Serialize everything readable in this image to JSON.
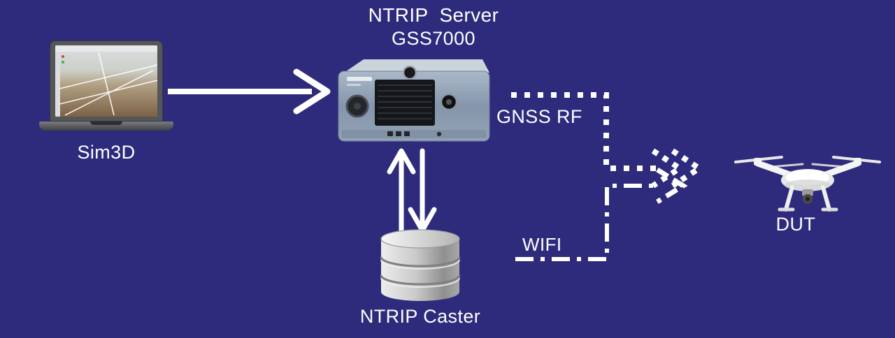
{
  "diagram": {
    "background_color": "#2e2b7d",
    "line_color": "#ffffff",
    "nodes": {
      "sim3d": {
        "label": "Sim3D",
        "icon": "laptop-icon"
      },
      "server": {
        "title": "NTRIP  Server",
        "subtitle": "GSS7000",
        "icon": "gnss-simulator-icon"
      },
      "caster": {
        "label": "NTRIP Caster",
        "icon": "database-icon"
      },
      "dut": {
        "label": "DUT",
        "icon": "drone-icon"
      }
    },
    "links": {
      "sim3d_to_server": {
        "style": "solid-arrow"
      },
      "server_caster": {
        "style": "double-vertical-arrow"
      },
      "gnss_rf": {
        "label": "GNSS RF",
        "style": "dotted"
      },
      "wifi": {
        "label": "WIFI",
        "style": "dash-dot"
      }
    }
  }
}
